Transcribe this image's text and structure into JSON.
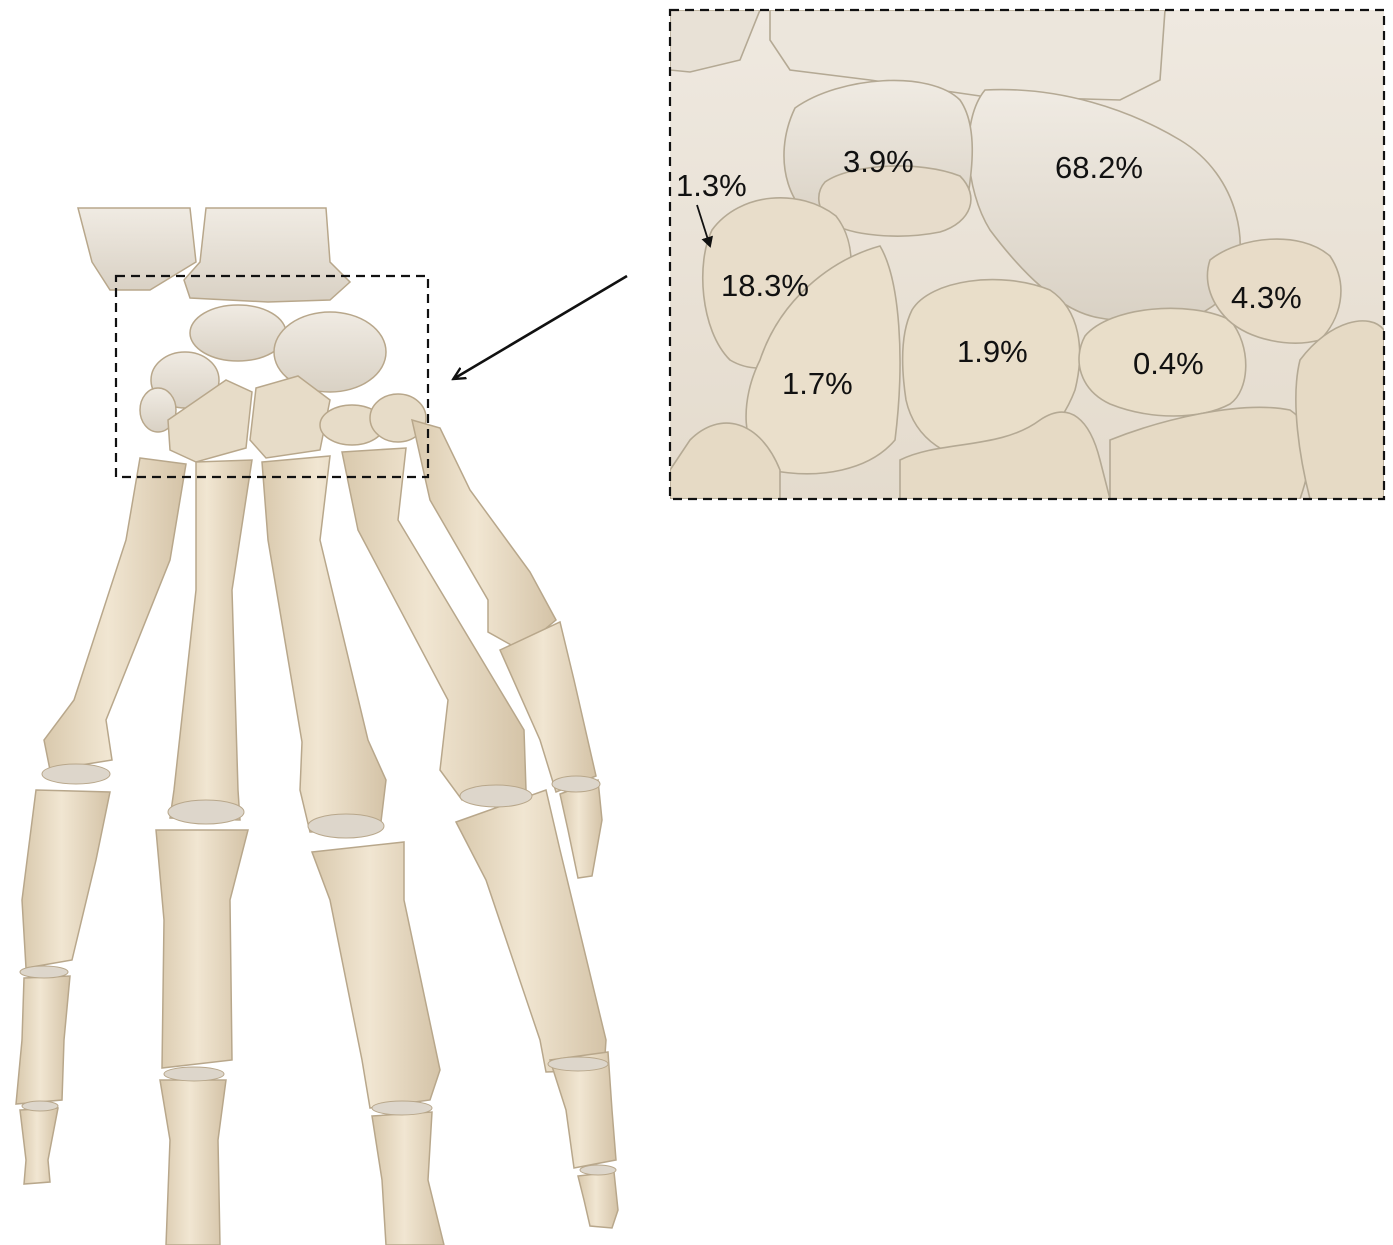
{
  "inset": {
    "percentages": {
      "pisiform_arrow": "1.3%",
      "triquetrum": "18.3%",
      "lunate_palmar": "3.9%",
      "scaphoid": "68.2%",
      "hamate": "1.7%",
      "capitate": "1.9%",
      "trapezoid": "0.4%",
      "trapezium": "4.3%"
    }
  },
  "colors": {
    "bone": "#ecdfc9",
    "bone_shadow": "#cfc0a6",
    "bone_outline": "#b9a98f",
    "carpal_grey": "#e2dcd2",
    "dashed_frame": "#111111",
    "label_text": "#111111"
  }
}
